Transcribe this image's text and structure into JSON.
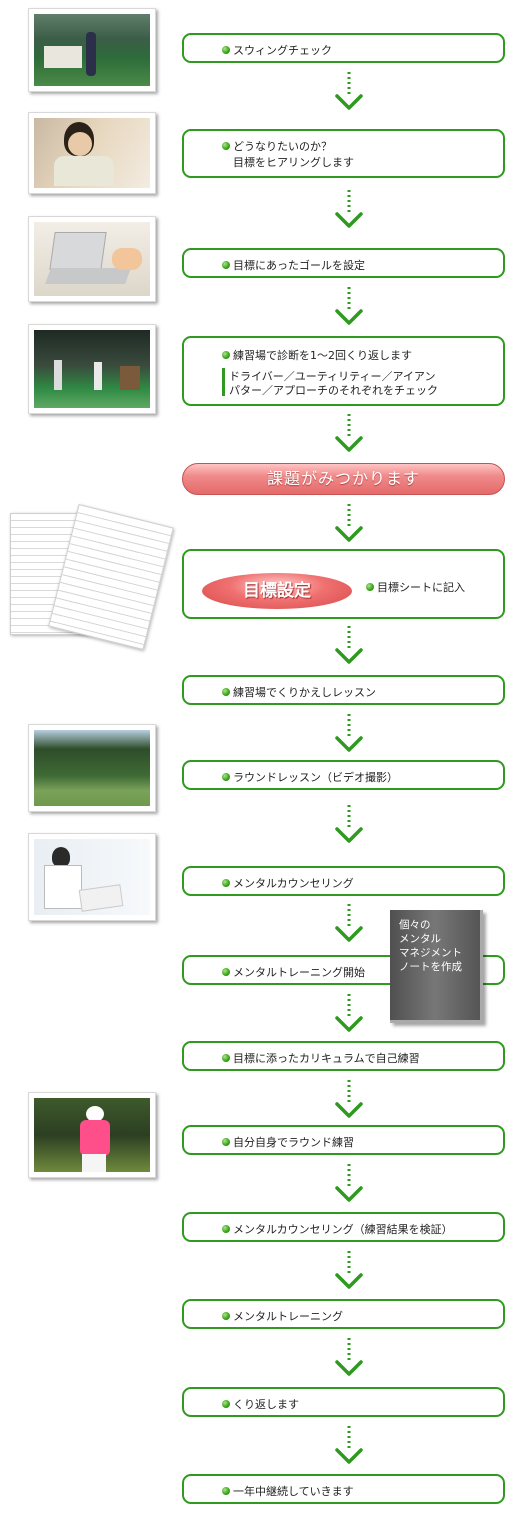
{
  "steps": {
    "s1": "スウィングチェック",
    "s2a": "どうなりたいのか？",
    "s2b": "目標をヒアリングします",
    "s3": "目標にあったゴールを設定",
    "s4a": "練習場で診断を1～2回くり返します",
    "s4b": "ドライバー／ユーティリティー／アイアン",
    "s4c": "パター／アプローチのそれぞれをチェック",
    "found": "課題がみつかります",
    "goal_pill": "目標設定",
    "goal_sheet": "目標シートに記入",
    "s7": "練習場でくりかえしレッスン",
    "s8": "ラウンドレッスン（ビデオ撮影）",
    "s9": "メンタルカウンセリング",
    "s10": "メンタルトレーニング開始",
    "s11": "目標に添ったカリキュラムで自己練習",
    "s12": "自分自身でラウンド練習",
    "s13": "メンタルカウンセリング（練習結果を検証）",
    "s14": "メンタルトレーニング",
    "s15": "くり返します",
    "s16": "一年中継続していきます"
  },
  "note": "個々の\nメンタル\nマネジメント\nノートを作成",
  "colors": {
    "green": "#2f9a1f",
    "pink": "#e46a6a",
    "note": "#5a5a5a"
  }
}
